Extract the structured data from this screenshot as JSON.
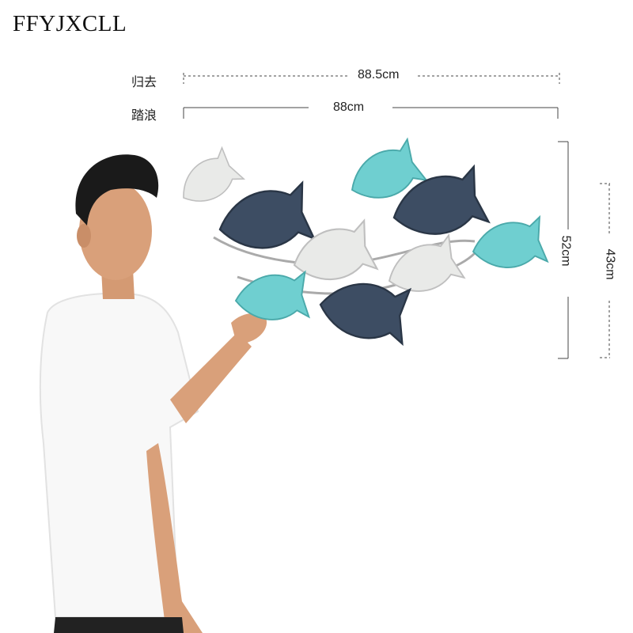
{
  "brand": "FFYJXCLL",
  "variants": [
    {
      "name": "归去",
      "width_label": "88.5cm",
      "height_label": "43cm"
    },
    {
      "name": "踏浪",
      "width_label": "88cm",
      "height_label": "52cm"
    }
  ],
  "colors": {
    "dark_fish": "#3d4d63",
    "teal_fish": "#6fcfd0",
    "white_fish": "#e9eae8",
    "shirt": "#f8f8f8",
    "skin": "#d9a07a",
    "hair": "#1a1a1a"
  }
}
